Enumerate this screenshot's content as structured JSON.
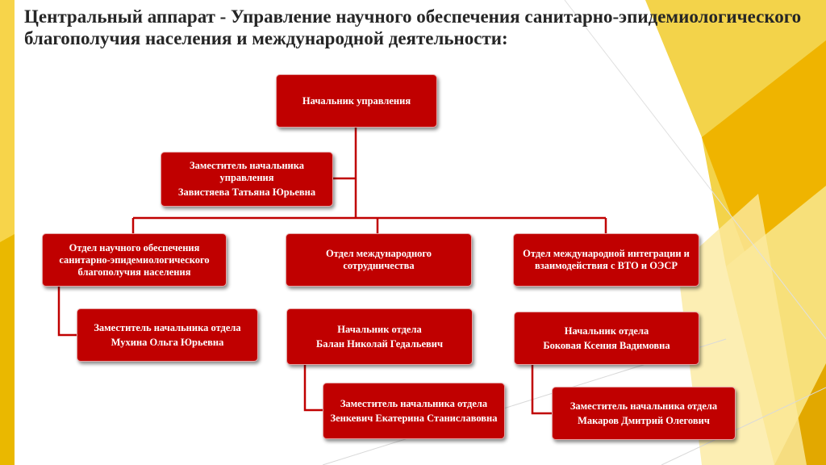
{
  "title": "Центральный аппарат - Управление научного обеспечения санитарно-эпидемиологического благополучия населения и международной деятельности:",
  "colors": {
    "box_fill": "#c00000",
    "box_text": "#ffffff",
    "connector": "#c00000",
    "title": "#262626",
    "accent_gold": "#f2c200"
  },
  "nodes": {
    "head": {
      "title": "Начальник управления"
    },
    "deputy": {
      "title": "Заместитель начальника управления",
      "person": "Завистяева Татьяна Юрьевна"
    },
    "dept1": {
      "title": "Отдел научного обеспечения санитарно-эпидемиологического благополучия населения"
    },
    "dept1_deputy": {
      "title": "Заместитель начальника отдела",
      "person": "Мухина Ольга Юрьевна"
    },
    "dept2": {
      "title": "Отдел международного сотрудничества"
    },
    "dept2_head": {
      "title": "Начальник отдела",
      "person": "Балан Николай Гедальевич"
    },
    "dept2_deputy": {
      "title": "Заместитель начальника отдела",
      "person": "Зенкевич Екатерина Станиславовна"
    },
    "dept3": {
      "title": "Отдел международной интеграции и взаимодействия с ВТО и ОЭСР"
    },
    "dept3_head": {
      "title": "Начальник отдела",
      "person": "Боковая Ксения Вадимовна"
    },
    "dept3_deputy": {
      "title": "Заместитель начальника отдела",
      "person": "Макаров Дмитрий Олегович"
    }
  }
}
